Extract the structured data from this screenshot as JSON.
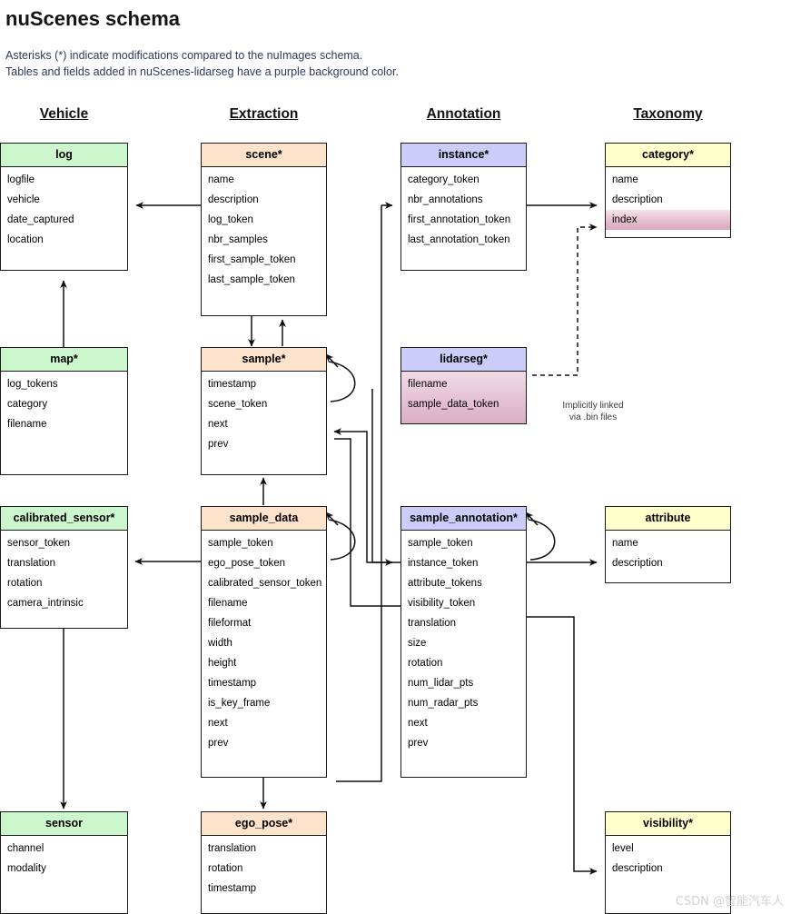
{
  "title": "nuScenes schema",
  "subtitle_line1": "Asterisks (*) indicate modifications compared to the nuImages schema.",
  "subtitle_line2": "Tables and fields added in nuScenes-lidarseg have a purple background color.",
  "column_headers": [
    {
      "label": "Vehicle"
    },
    {
      "label": "Extraction"
    },
    {
      "label": "Annotation"
    },
    {
      "label": "Taxonomy"
    }
  ],
  "colors": {
    "green": "#ccf7cc",
    "peach": "#fde3cb",
    "purple": "#ccccf9",
    "yellow": "#ffffcc",
    "lidarseg_pink": "#dcaec4",
    "border": "#1a1a1a",
    "subtitle_text": "#2e3a5c"
  },
  "notes": {
    "lidarseg_link": "Implicitly linked\nvia .bin files",
    "lidarseg_link_l1": "Implicitly linked",
    "lidarseg_link_l2": "via .bin files"
  },
  "watermark": "CSDN @智能汽车人",
  "tables": {
    "log": {
      "name": "log",
      "fields": [
        "logfile",
        "vehicle",
        "date_captured",
        "location"
      ]
    },
    "map": {
      "name": "map*",
      "fields": [
        "log_tokens",
        "category",
        "filename"
      ]
    },
    "calibrated_sensor": {
      "name": "calibrated_sensor*",
      "fields": [
        "sensor_token",
        "translation",
        "rotation",
        "camera_intrinsic"
      ]
    },
    "sensor": {
      "name": "sensor",
      "fields": [
        "channel",
        "modality"
      ]
    },
    "scene": {
      "name": "scene*",
      "fields": [
        "name",
        "description",
        "log_token",
        "nbr_samples",
        "first_sample_token",
        "last_sample_token"
      ]
    },
    "sample": {
      "name": "sample*",
      "fields": [
        "timestamp",
        "scene_token",
        "next",
        "prev"
      ]
    },
    "sample_data": {
      "name": "sample_data",
      "fields": [
        "sample_token",
        "ego_pose_token",
        "calibrated_sensor_token",
        "filename",
        "fileformat",
        "width",
        "height",
        "timestamp",
        "is_key_frame",
        "next",
        "prev"
      ]
    },
    "ego_pose": {
      "name": "ego_pose*",
      "fields": [
        "translation",
        "rotation",
        "timestamp"
      ]
    },
    "instance": {
      "name": "instance*",
      "fields": [
        "category_token",
        "nbr_annotations",
        "first_annotation_token",
        "last_annotation_token"
      ]
    },
    "lidarseg": {
      "name": "lidarseg*",
      "fields": [
        "filename",
        "sample_data_token"
      ]
    },
    "sample_annotation": {
      "name": "sample_annotation*",
      "fields": [
        "sample_token",
        "instance_token",
        "attribute_tokens",
        "visibility_token",
        "translation",
        "size",
        "rotation",
        "num_lidar_pts",
        "num_radar_pts",
        "next",
        "prev"
      ]
    },
    "category": {
      "name": "category*",
      "fields": [
        "name",
        "description",
        "index"
      ],
      "highlight_field": "index"
    },
    "attribute": {
      "name": "attribute",
      "fields": [
        "name",
        "description"
      ]
    },
    "visibility": {
      "name": "visibility*",
      "fields": [
        "level",
        "description"
      ]
    }
  }
}
